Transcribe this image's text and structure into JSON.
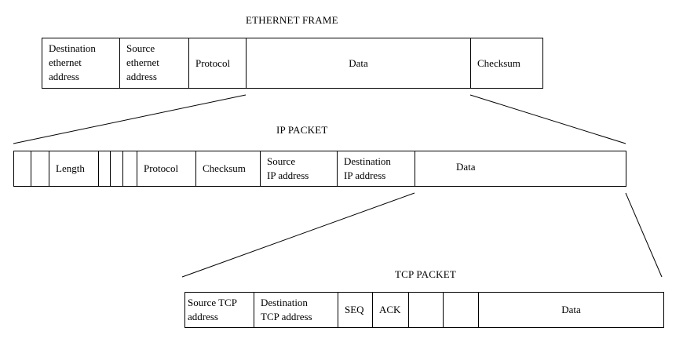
{
  "ethernet_frame": {
    "title": "ETHERNET FRAME",
    "fields": [
      {
        "label": "Destination\nethernet\naddress"
      },
      {
        "label": "Source\nethernet\naddress"
      },
      {
        "label": "Protocol"
      },
      {
        "label": "Data"
      },
      {
        "label": "Checksum"
      }
    ]
  },
  "ip_packet": {
    "title": "IP PACKET",
    "fields": [
      {
        "label": ""
      },
      {
        "label": ""
      },
      {
        "label": "Length"
      },
      {
        "label": ""
      },
      {
        "label": ""
      },
      {
        "label": ""
      },
      {
        "label": "Protocol"
      },
      {
        "label": "Checksum"
      },
      {
        "label": "Source\nIP address"
      },
      {
        "label": "Destination\nIP address"
      },
      {
        "label": "Data"
      }
    ]
  },
  "tcp_packet": {
    "title": "TCP PACKET",
    "fields": [
      {
        "label": "Source TCP\naddress"
      },
      {
        "label": "Destination\nTCP address"
      },
      {
        "label": "SEQ"
      },
      {
        "label": "ACK"
      },
      {
        "label": ""
      },
      {
        "label": ""
      },
      {
        "label": "Data"
      }
    ]
  }
}
